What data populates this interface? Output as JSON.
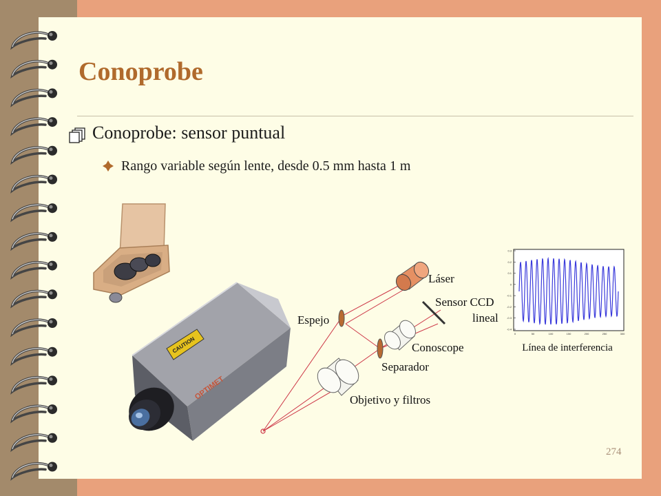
{
  "slide": {
    "title": "Conoprobe",
    "bullet1": "Conoprobe: sensor puntual",
    "bullet2": "Rango variable según lente, desde 0.5 mm hasta 1 m",
    "page_number": "274"
  },
  "camera": {
    "caution_label": "CAUTION",
    "brand": "OPTIMET"
  },
  "diagram": {
    "laser": "Láser",
    "mirror": "Espejo",
    "sensor_line1": "Sensor CCD",
    "sensor_line2": "lineal",
    "conoscope": "Conoscope",
    "splitter": "Separador",
    "objective": "Objetivo y filtros"
  },
  "interference": {
    "caption": "Línea de interferencia",
    "y_ticks": [
      "0.3",
      "0.2",
      "0.1",
      "0",
      "-0.1",
      "-0.2",
      "-0.3",
      "-0.4"
    ],
    "x_ticks": [
      "0",
      "50",
      "100",
      "150",
      "200",
      "250",
      "300"
    ],
    "cycles": 18
  },
  "colors": {
    "title": "#b06a2c",
    "background": "#e9a17c",
    "page": "#fefde6",
    "beam": "#cc3344",
    "signal": "#3a3adb"
  }
}
